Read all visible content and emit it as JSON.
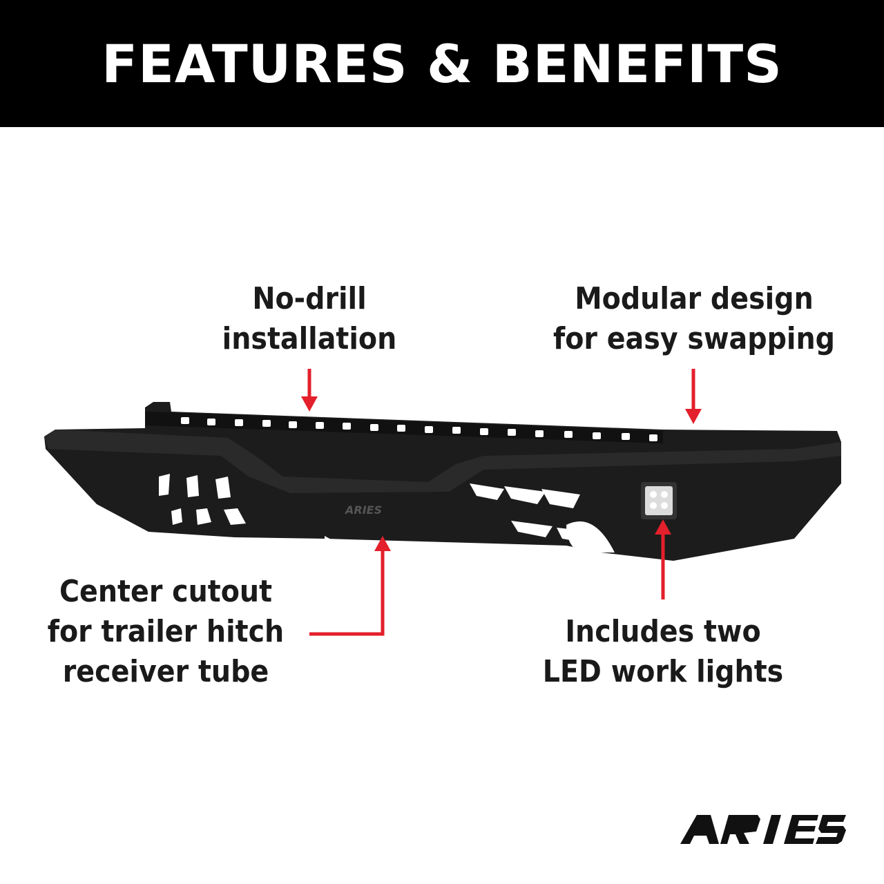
{
  "banner": {
    "title": "FEATURES & BENEFITS",
    "background": "#000000",
    "text_color": "#ffffff"
  },
  "callouts": {
    "no_drill": {
      "lines": [
        "No-drill",
        "installation"
      ]
    },
    "modular": {
      "lines": [
        "Modular design",
        "for easy swapping"
      ]
    },
    "center_cutout": {
      "lines": [
        "Center cutout",
        "for trailer hitch",
        "receiver tube"
      ]
    },
    "led_lights": {
      "lines": [
        "Includes two",
        "LED work lights"
      ]
    }
  },
  "colors": {
    "arrow": "#e3202b",
    "bumper": "#1c1c1c",
    "text": "#1a1a1a"
  },
  "logo": {
    "text": "ARIES"
  }
}
